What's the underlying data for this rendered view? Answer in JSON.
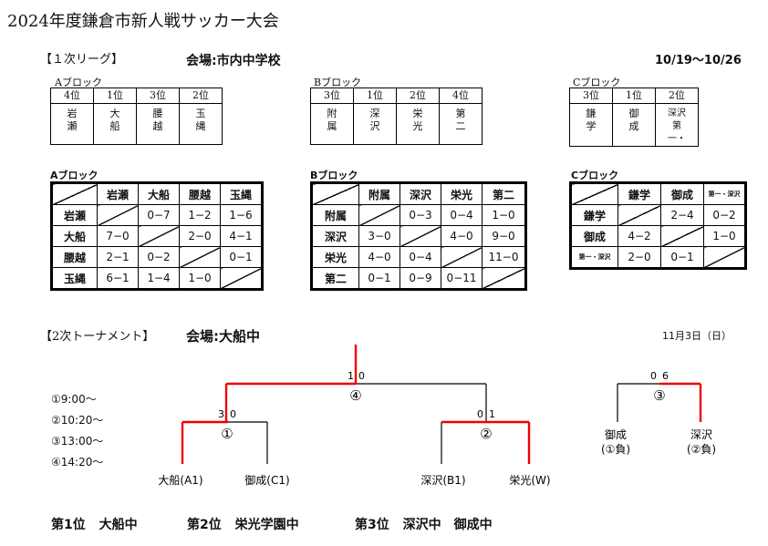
{
  "title": "2024年度鎌倉市新人戦サッカー大会",
  "league": {
    "header": "【１次リーグ】",
    "venue": "会場:市内中学校",
    "dates": "10/19〜10/26",
    "rank_boxes": [
      {
        "label": "Aブロック",
        "ranks": [
          "4位",
          "1位",
          "3位",
          "2位"
        ],
        "teams": [
          "岩瀬",
          "大船",
          "腰越",
          "玉縄"
        ]
      },
      {
        "label": "Bブロック",
        "ranks": [
          "3位",
          "1位",
          "2位",
          "4位"
        ],
        "teams": [
          "附属",
          "深沢",
          "栄光",
          "第二"
        ]
      },
      {
        "label": "Cブロック",
        "ranks": [
          "3位",
          "1位",
          "2位"
        ],
        "teams": [
          "鎌学",
          "御成",
          "深沢第一・"
        ]
      }
    ],
    "tables": [
      {
        "label": "Aブロック",
        "teams": [
          "岩瀬",
          "大船",
          "腰越",
          "玉縄"
        ],
        "rows": [
          [
            "",
            "0−7",
            "1−2",
            "1−6"
          ],
          [
            "7−0",
            "",
            "2−0",
            "4−1"
          ],
          [
            "2−1",
            "0−2",
            "",
            "0−1"
          ],
          [
            "6−1",
            "1−4",
            "1−0",
            ""
          ]
        ]
      },
      {
        "label": "Bブロック",
        "teams": [
          "附属",
          "深沢",
          "栄光",
          "第二"
        ],
        "rows": [
          [
            "",
            "0−3",
            "0−4",
            "1−0"
          ],
          [
            "3−0",
            "",
            "4−0",
            "9−0"
          ],
          [
            "4−0",
            "0−4",
            "",
            "11−0"
          ],
          [
            "0−1",
            "0−9",
            "0−11",
            ""
          ]
        ]
      },
      {
        "label": "Cブロック",
        "teams": [
          "鎌学",
          "御成",
          "第一・深沢"
        ],
        "rows": [
          [
            "",
            "2−4",
            "0−2"
          ],
          [
            "4−2",
            "",
            "1−0"
          ],
          [
            "2−0",
            "0−1",
            ""
          ]
        ]
      }
    ]
  },
  "tournament": {
    "header": "【2次トーナメント】",
    "venue": "会場:大船中",
    "date": "11月3日（日）",
    "times": [
      "①9:00〜",
      "②10:20〜",
      "③13:00〜",
      "④14:20〜"
    ],
    "match_marks": [
      "①",
      "②",
      "③",
      "④"
    ],
    "scores": {
      "m1_left": "3",
      "m1_right": "0",
      "m2_left": "0",
      "m2_right": "1",
      "m3_left": "0",
      "m3_right": "6",
      "m4_left": "1",
      "m4_right": "0"
    },
    "teams": [
      "大船(A1)",
      "御成(C1)",
      "深沢(B1)",
      "栄光(W)"
    ],
    "third_teams": [
      [
        "御成",
        "(①負)"
      ],
      [
        "深沢",
        "(②負)"
      ]
    ]
  },
  "results": [
    {
      "place": "第1位",
      "teams": "大船中"
    },
    {
      "place": "第2位",
      "teams": "栄光学園中"
    },
    {
      "place": "第3位",
      "teams": "深沢中　御成中"
    }
  ]
}
